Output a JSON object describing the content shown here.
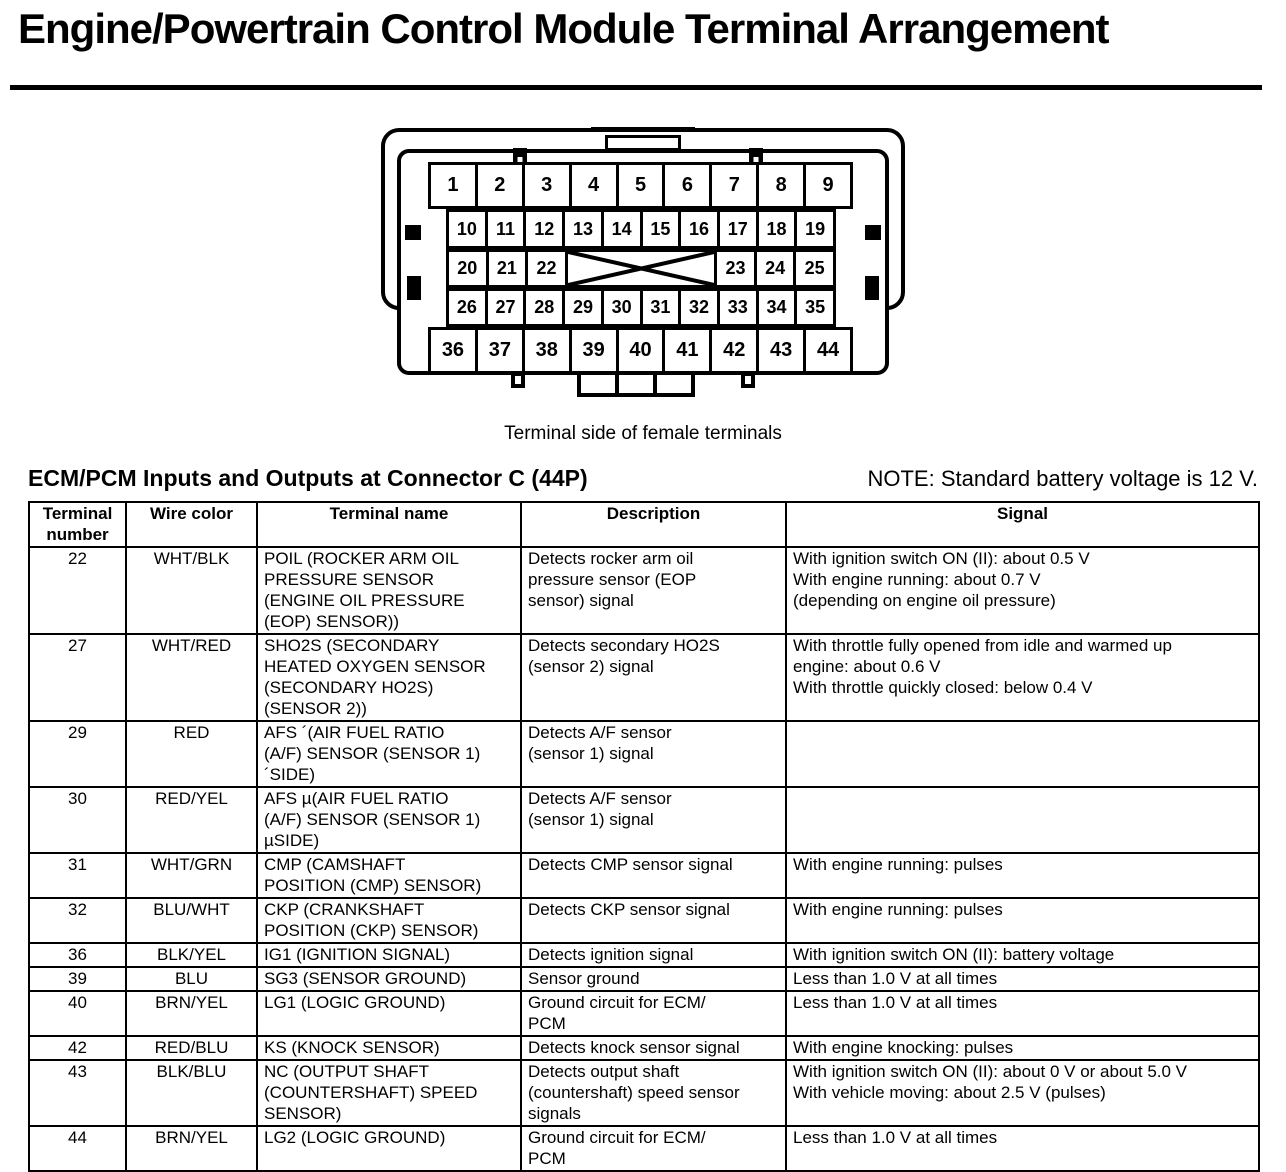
{
  "title": "Engine/Powertrain Control Module Terminal Arrangement",
  "connector": {
    "caption": "Terminal side of female terminals",
    "rows": [
      {
        "cells": [
          "1",
          "2",
          "3",
          "4",
          "5",
          "6",
          "7",
          "8",
          "9"
        ]
      },
      {
        "cells": [
          "10",
          "11",
          "12",
          "13",
          "14",
          "15",
          "16",
          "17",
          "18",
          "19"
        ]
      },
      {
        "cells": [
          "20",
          "21",
          "22",
          {
            "x": true,
            "span": 4
          },
          "23",
          "24",
          "25"
        ]
      },
      {
        "cells": [
          "26",
          "27",
          "28",
          "29",
          "30",
          "31",
          "32",
          "33",
          "34",
          "35"
        ]
      },
      {
        "cells": [
          "36",
          "37",
          "38",
          "39",
          "40",
          "41",
          "42",
          "43",
          "44"
        ]
      }
    ]
  },
  "section": {
    "heading": "ECM/PCM Inputs and Outputs at Connector C (44P)",
    "note": "NOTE: Standard battery voltage is 12 V."
  },
  "table": {
    "headers": [
      "Terminal\nnumber",
      "Wire color",
      "Terminal name",
      "Description",
      "Signal"
    ],
    "rows": [
      {
        "terminal": "22",
        "wire_color": "WHT/BLK",
        "terminal_name": "POIL (ROCKER ARM OIL\nPRESSURE SENSOR\n(ENGINE OIL PRESSURE\n(EOP) SENSOR))",
        "description": "Detects rocker arm oil\npressure sensor (EOP\nsensor) signal",
        "signal": "With ignition switch ON (II): about 0.5 V\nWith engine running: about 0.7 V\n(depending on engine oil pressure)"
      },
      {
        "terminal": "27",
        "wire_color": "WHT/RED",
        "terminal_name": "SHO2S (SECONDARY\nHEATED OXYGEN SENSOR\n(SECONDARY HO2S)\n(SENSOR 2))",
        "description": "Detects secondary HO2S\n(sensor 2) signal",
        "signal": "With throttle fully opened from idle and warmed up\nengine: about 0.6 V\nWith throttle quickly closed: below 0.4 V"
      },
      {
        "terminal": "29",
        "wire_color": "RED",
        "terminal_name": "AFS   ´(AIR FUEL RATIO\n(A/F) SENSOR (SENSOR 1)\n  ´SIDE)",
        "description": "Detects A/F sensor\n(sensor 1) signal",
        "signal": ""
      },
      {
        "terminal": "30",
        "wire_color": "RED/YEL",
        "terminal_name": "AFS   µ(AIR FUEL RATIO\n(A/F) SENSOR (SENSOR 1)\n  µSIDE)",
        "description": "Detects A/F sensor\n(sensor 1) signal",
        "signal": ""
      },
      {
        "terminal": "31",
        "wire_color": "WHT/GRN",
        "terminal_name": "CMP (CAMSHAFT\nPOSITION (CMP) SENSOR)",
        "description": "Detects CMP sensor signal",
        "signal": "With engine running: pulses"
      },
      {
        "terminal": "32",
        "wire_color": "BLU/WHT",
        "terminal_name": "CKP (CRANKSHAFT\nPOSITION (CKP) SENSOR)",
        "description": "Detects CKP sensor signal",
        "signal": "With engine running: pulses"
      },
      {
        "terminal": "36",
        "wire_color": "BLK/YEL",
        "terminal_name": "IG1 (IGNITION SIGNAL)",
        "description": "Detects ignition signal",
        "signal": "With ignition switch ON (II): battery voltage"
      },
      {
        "terminal": "39",
        "wire_color": "BLU",
        "terminal_name": "SG3 (SENSOR GROUND)",
        "description": "Sensor ground",
        "signal": "Less than 1.0 V at all times"
      },
      {
        "terminal": "40",
        "wire_color": "BRN/YEL",
        "terminal_name": "LG1 (LOGIC GROUND)",
        "description": "Ground circuit for ECM/\nPCM",
        "signal": "Less than 1.0 V at all times"
      },
      {
        "terminal": "42",
        "wire_color": "RED/BLU",
        "terminal_name": "KS (KNOCK SENSOR)",
        "description": "Detects knock sensor signal",
        "signal": "With engine knocking: pulses"
      },
      {
        "terminal": "43",
        "wire_color": "BLK/BLU",
        "terminal_name": "NC (OUTPUT SHAFT\n(COUNTERSHAFT) SPEED\nSENSOR)",
        "description": "Detects output shaft\n(countershaft) speed sensor\nsignals",
        "signal": "With ignition switch ON (II): about 0 V or about 5.0 V\nWith vehicle moving: about 2.5 V (pulses)"
      },
      {
        "terminal": "44",
        "wire_color": "BRN/YEL",
        "terminal_name": "LG2 (LOGIC GROUND)",
        "description": "Ground circuit for ECM/\nPCM",
        "signal": "Less than 1.0 V at all times"
      }
    ]
  }
}
